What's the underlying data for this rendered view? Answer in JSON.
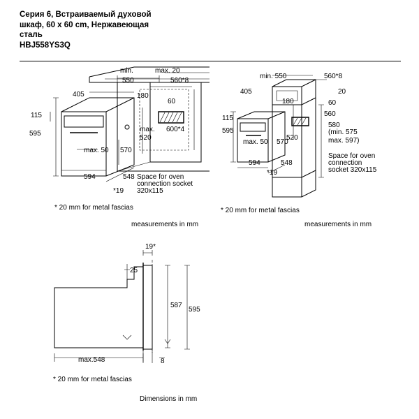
{
  "header": {
    "title_lines": [
      "Серия 6, Встраиваемый духовой",
      "шкаф, 60 x 60 cm, Нержавеющая",
      "сталь"
    ],
    "model": "HBJ558YS3Q"
  },
  "drawing_1": {
    "labels": [
      "min.",
      "550",
      "max. 20",
      "560*8",
      "405",
      "180",
      "60",
      "115",
      "595",
      "max.",
      "520",
      "600*4",
      "max. 50",
      "570",
      "594",
      "548",
      "*19",
      "Space for oven",
      "connection socket",
      "320x115"
    ],
    "footnote": "* 20 mm for metal fascias",
    "units": "measurements in mm"
  },
  "drawing_2": {
    "labels": [
      "min. 550",
      "560*8",
      "20",
      "405",
      "180",
      "60",
      "115",
      "595",
      "560",
      "max. 50",
      "520",
      "580",
      "(min. 575",
      "max. 597)",
      "594",
      "570",
      "548",
      "*19",
      "Space for oven",
      "connection",
      "socket 320x115"
    ],
    "footnote": "* 20 mm for metal fascias",
    "units": "measurements in mm"
  },
  "drawing_3": {
    "labels": [
      "19*",
      "25",
      "587",
      "595",
      "max.548",
      "8"
    ],
    "footnote": "* 20 mm for metal fascias",
    "units": "Dimensions in mm"
  }
}
